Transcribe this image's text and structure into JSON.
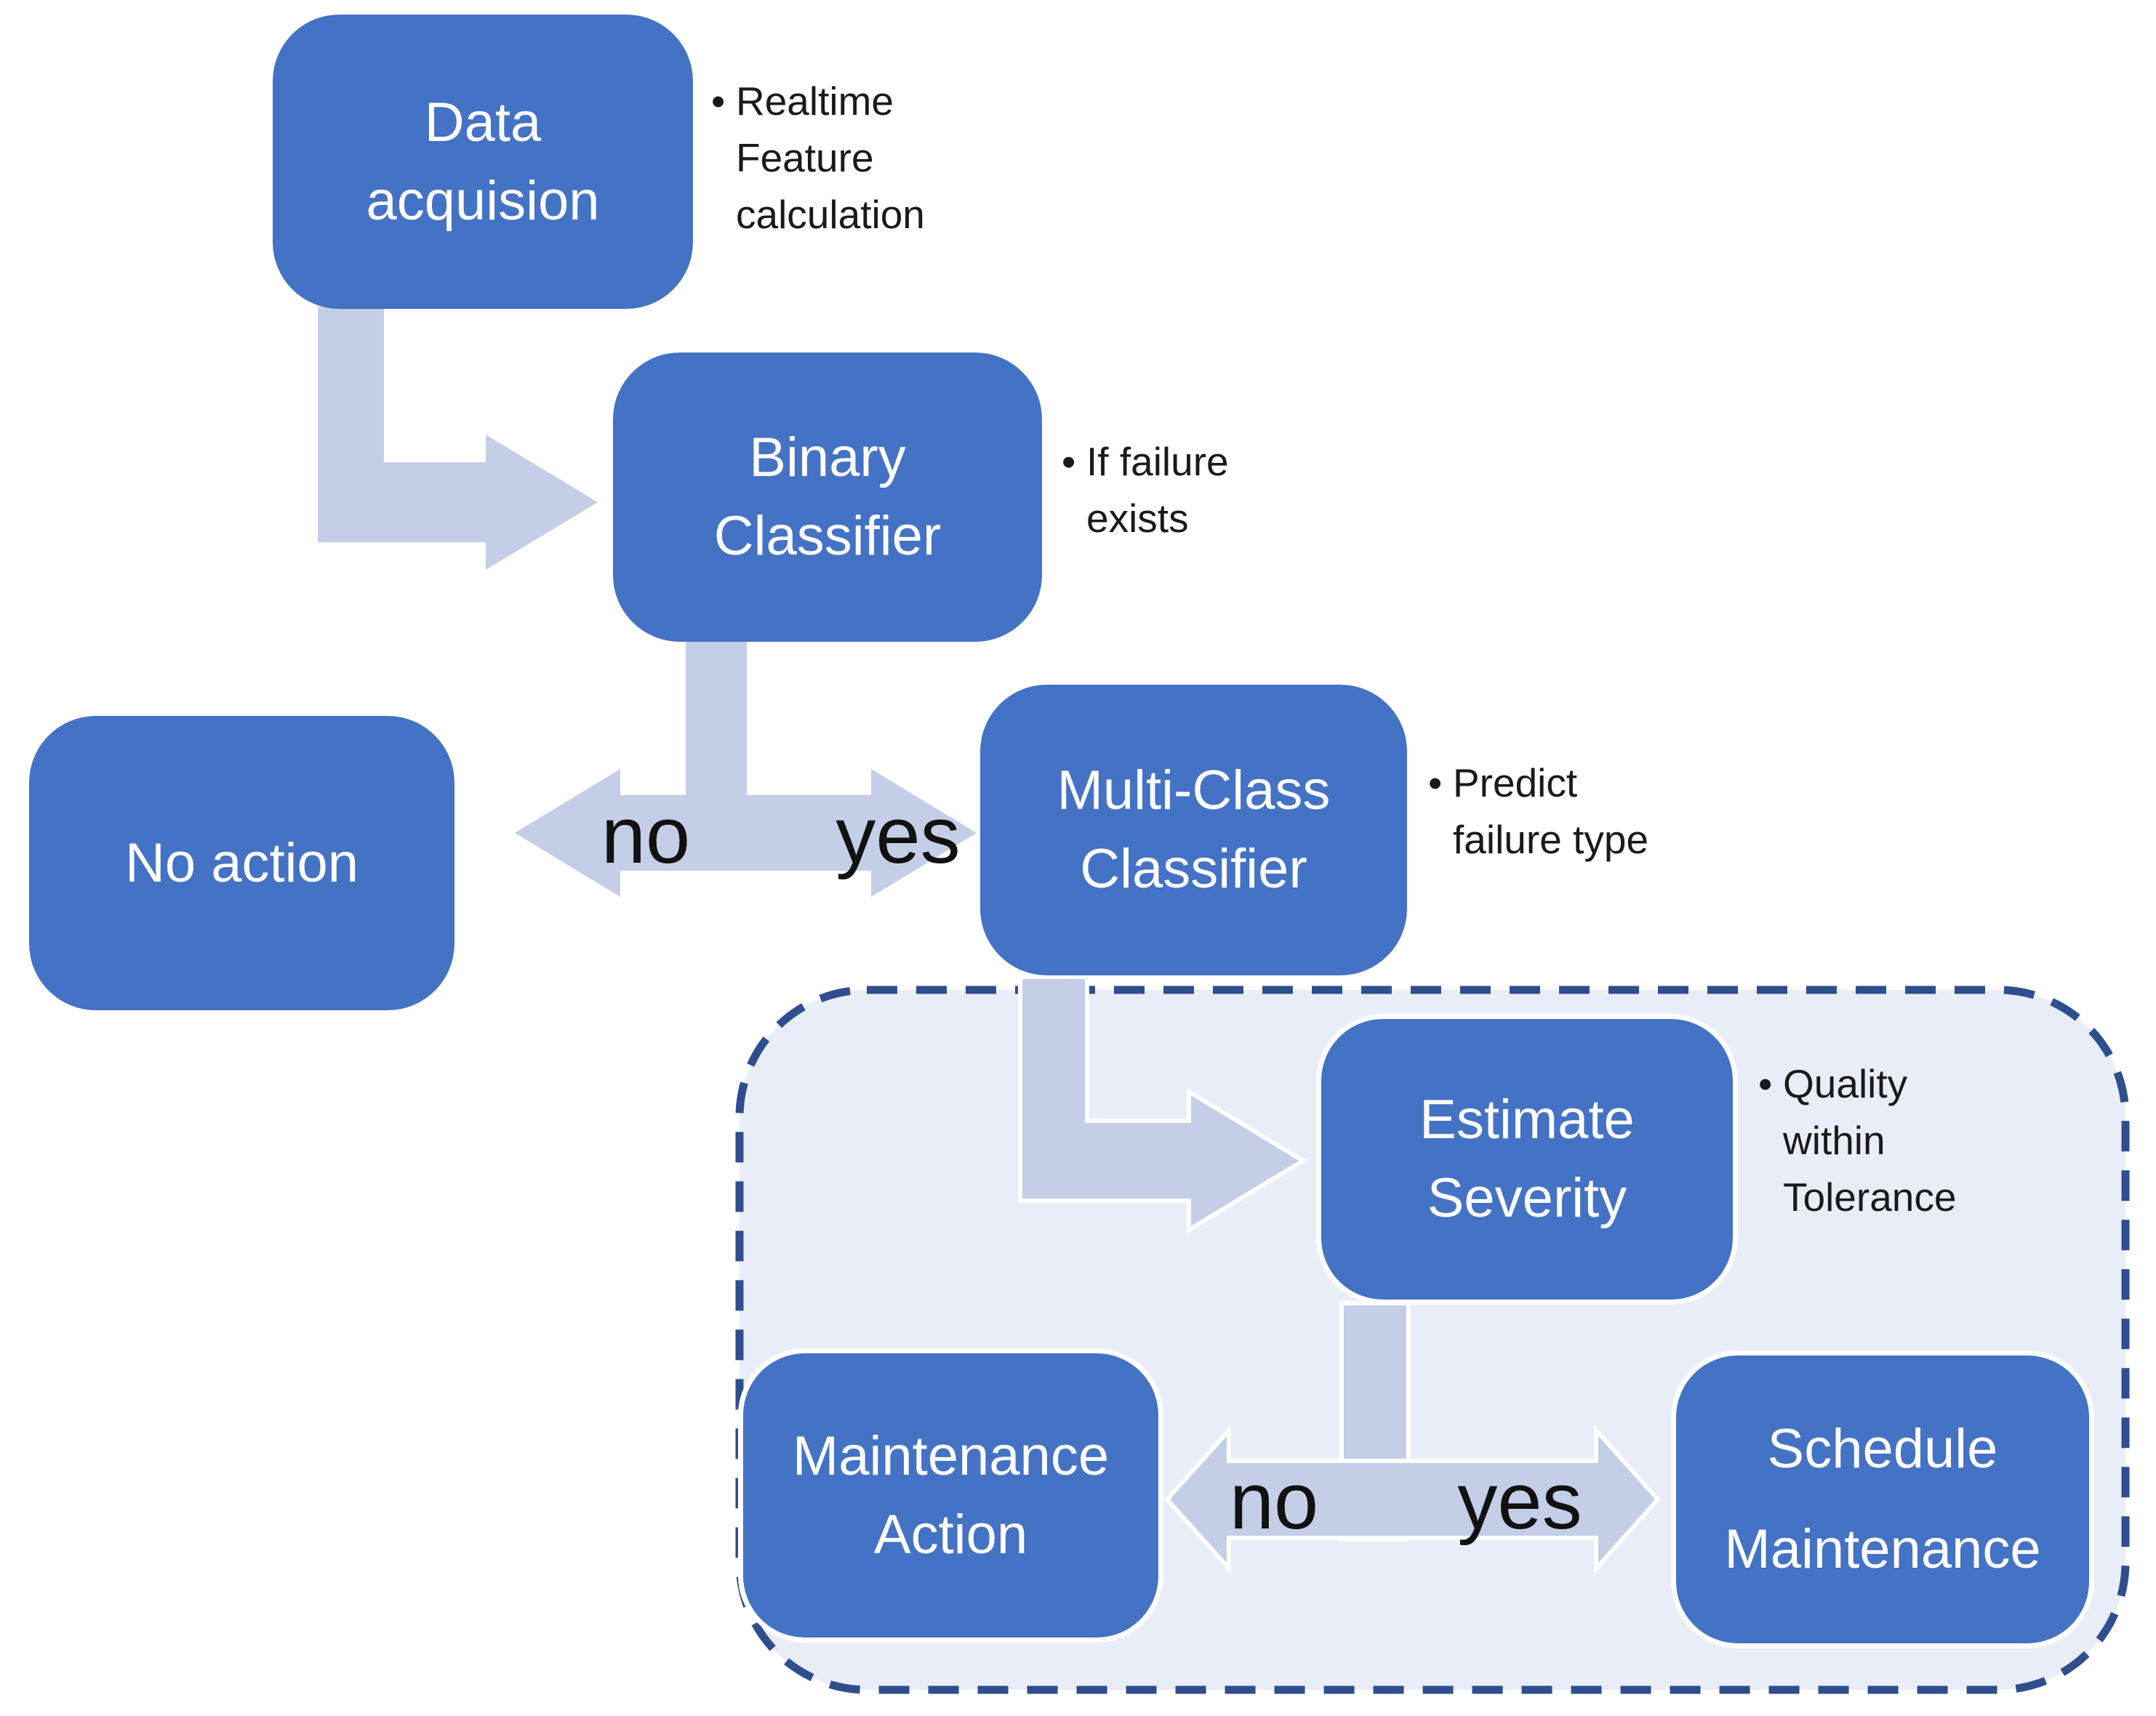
{
  "colors": {
    "box": "#4472C4",
    "arrow": "#C4CEE7",
    "container_fill": "#E9EDF7",
    "container_border": "#2F4E8E",
    "label_text": "#FFFFFF",
    "annotation_text": "#1A1A1A",
    "decision_text": "#111111",
    "background": "#FFFFFF"
  },
  "boxes": {
    "data_acquisition": {
      "line1": "Data",
      "line2": "acquision"
    },
    "binary_classifier": {
      "line1": "Binary",
      "line2": "Classifier"
    },
    "no_action": {
      "line1": "No action",
      "line2": ""
    },
    "multi_class_classifier": {
      "line1": "Multi-Class",
      "line2": "Classifier"
    },
    "estimate_severity": {
      "line1": "Estimate",
      "line2": "Severity"
    },
    "maintenance_action": {
      "line1": "Maintenance",
      "line2": "Action"
    },
    "schedule_maintenance": {
      "line1": "Schedule",
      "line2": "Maintenance"
    }
  },
  "annotations": {
    "realtime": {
      "bullet": "•",
      "line1": "Realtime",
      "line2": "Feature",
      "line3": "calculation"
    },
    "if_failure": {
      "bullet": "•",
      "line1": "If failure",
      "line2": "exists"
    },
    "predict": {
      "bullet": "•",
      "line1": "Predict",
      "line2": "failure type"
    },
    "quality": {
      "bullet": "•",
      "line1": "Quality",
      "line2": "within",
      "line3": "Tolerance"
    }
  },
  "decisions": {
    "binary": {
      "no": "no",
      "yes": "yes"
    },
    "severity": {
      "no": "no",
      "yes": "yes"
    }
  }
}
